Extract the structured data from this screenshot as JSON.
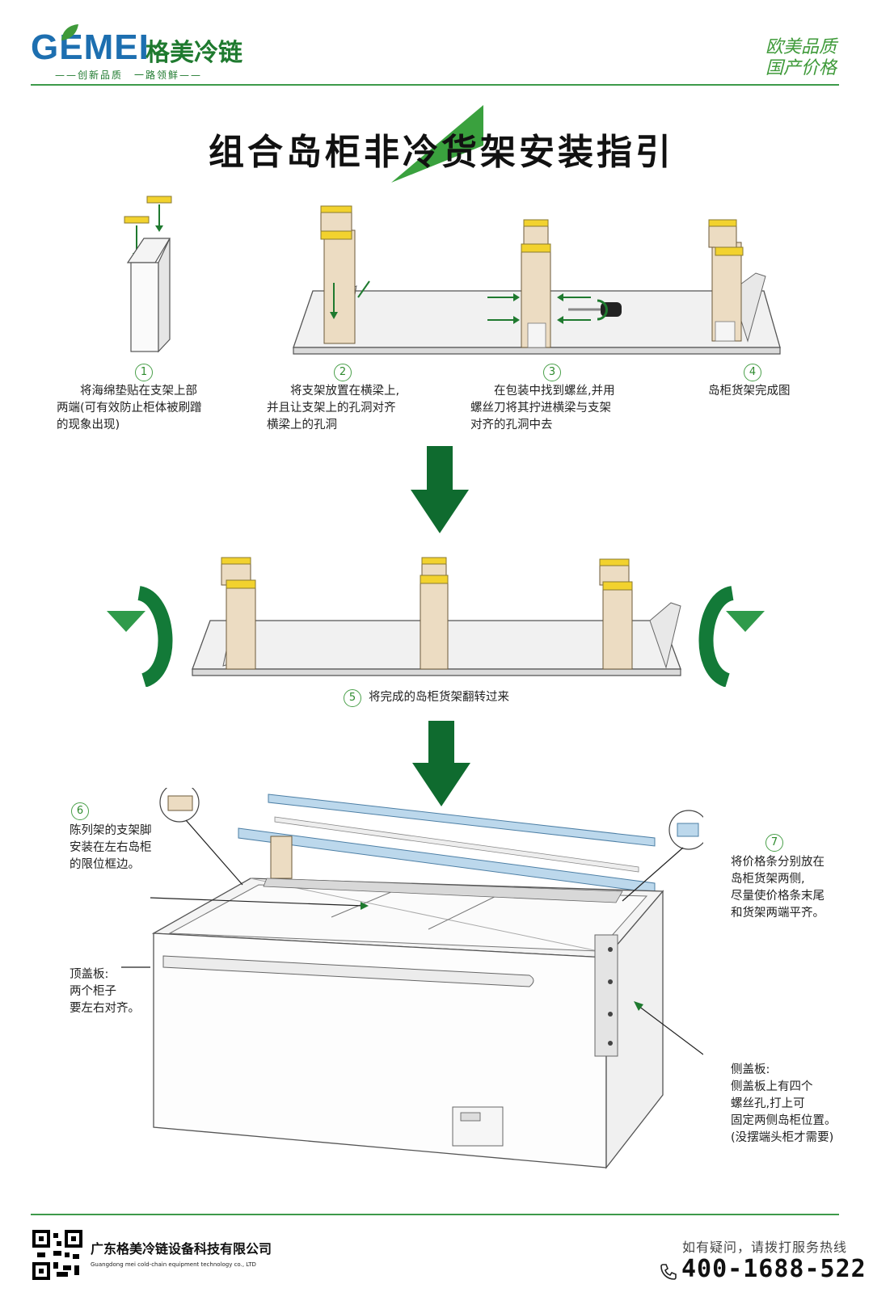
{
  "header": {
    "logo_word": "GEMEI",
    "logo_cn": "格美冷链",
    "logo_tagline": "——创新品质　一路领鲜——",
    "slogan_line1": "欧美品质",
    "slogan_line2": "国产价格"
  },
  "title": "组合岛柜非冷货架安装指引",
  "steps": [
    {
      "num": "1",
      "text": "　　将海绵垫贴在支架上部\n两端(可有效防止柜体被刷蹭\n的现象出现)"
    },
    {
      "num": "2",
      "text": "　　将支架放置在横梁上,\n并且让支架上的孔洞对齐\n横梁上的孔洞"
    },
    {
      "num": "3",
      "text": "　　在包装中找到螺丝,并用\n螺丝刀将其拧进横梁与支架\n对齐的孔洞中去"
    },
    {
      "num": "4",
      "text": "岛柜货架完成图"
    },
    {
      "num": "5",
      "text": "将完成的岛柜货架翻转过来"
    },
    {
      "num": "6",
      "text": "陈列架的支架脚\n安装在左右岛柜\n的限位框边。"
    },
    {
      "num": "7",
      "text": "将价格条分别放在\n岛柜货架两侧,\n尽量使价格条末尾\n和货架两端平齐。"
    }
  ],
  "notes": {
    "top_cover": "顶盖板:\n两个柜子\n要左右对齐。",
    "side_cover": "侧盖板:\n侧盖板上有四个\n螺丝孔,打上可\n固定两侧岛柜位置。\n(没摆端头柜才需要)"
  },
  "footer": {
    "company_cn": "广东格美冷链设备科技有限公司",
    "company_en": "Guangdong mei cold-chain equipment technology co., LTD",
    "hotline_label": "如有疑问，请拨打服务热线",
    "phone": "400-1688-522"
  },
  "colors": {
    "brand_blue": "#1d6fb0",
    "brand_green": "#1f7a2f",
    "arrow_green": "#0f6b2f",
    "rule_green": "#3d9a4a",
    "bracket_wood": "#ecdcc2",
    "foam_yellow": "#f2d22e",
    "price_strip": "#bcd8ec"
  }
}
